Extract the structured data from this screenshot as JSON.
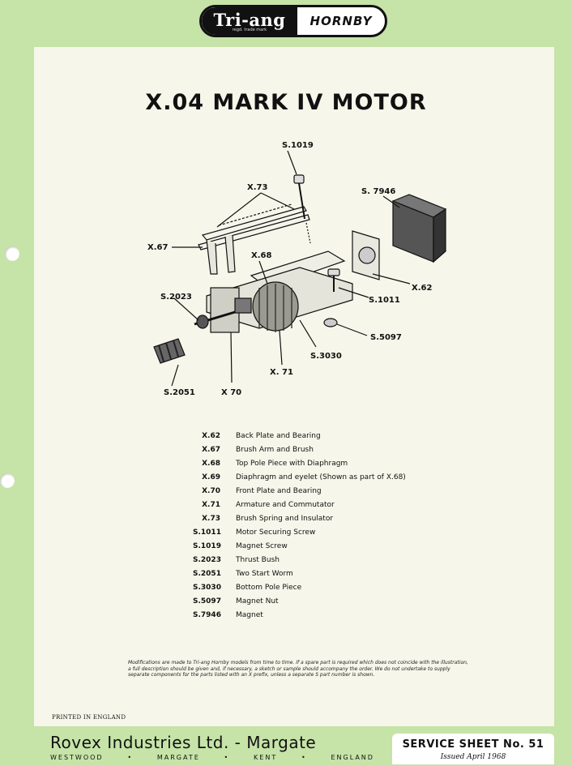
{
  "brand": {
    "left": "Tri-ang",
    "registered": "regd. trade mark",
    "right": "HORNBY"
  },
  "title": "X.04 MARK IV MOTOR",
  "diagram_labels": {
    "s1019": "S.1019",
    "x73": "X.73",
    "s7946": "S. 7946",
    "x67": "X.67",
    "x68": "X.68",
    "x62": "X.62",
    "s2023": "S.2023",
    "s1011": "S.1011",
    "s5097": "S.5097",
    "s3030": "S.3030",
    "x71": "X. 71",
    "s2051": "S.2051",
    "x70": "X 70"
  },
  "parts": [
    {
      "code": "X.62",
      "desc": "Back Plate and Bearing"
    },
    {
      "code": "X.67",
      "desc": "Brush Arm and Brush"
    },
    {
      "code": "X.68",
      "desc": "Top Pole Piece with Diaphragm"
    },
    {
      "code": "X.69",
      "desc": "Diaphragm and eyelet (Shown as part of X.68)"
    },
    {
      "code": "X.70",
      "desc": "Front Plate and Bearing"
    },
    {
      "code": "X.71",
      "desc": "Armature and Commutator"
    },
    {
      "code": "X.73",
      "desc": "Brush Spring and Insulator"
    },
    {
      "code": "S.1011",
      "desc": "Motor Securing Screw"
    },
    {
      "code": "S.1019",
      "desc": "Magnet Screw"
    },
    {
      "code": "S.2023",
      "desc": "Thrust Bush"
    },
    {
      "code": "S.2051",
      "desc": "Two Start Worm"
    },
    {
      "code": "S.3030",
      "desc": "Bottom Pole Piece"
    },
    {
      "code": "S.5097",
      "desc": "Magnet Nut"
    },
    {
      "code": "S.7946",
      "desc": "Magnet"
    }
  ],
  "note": "Modifications are made to Tri-ang Hornby models from time to time. If a spare part is required which does not coincide with the illustration, a full description should be given and, if necessary, a sketch or sample should accompany the order. We do not undertake to supply separate components for the parts listed with an X prefix, unless a separate S part number is shown.",
  "printed": "PRINTED IN ENGLAND",
  "company": "Rovex Industries Ltd. - Margate",
  "address": [
    "WESTWOOD",
    "•",
    "MARGATE",
    "•",
    "KENT",
    "•",
    "ENGLAND"
  ],
  "service": {
    "title": "SERVICE SHEET No. 51",
    "issued": "Issued   April   1968"
  },
  "colors": {
    "background": "#c6e3a8",
    "sheet": "#f7f6ea",
    "ink": "#111111"
  }
}
